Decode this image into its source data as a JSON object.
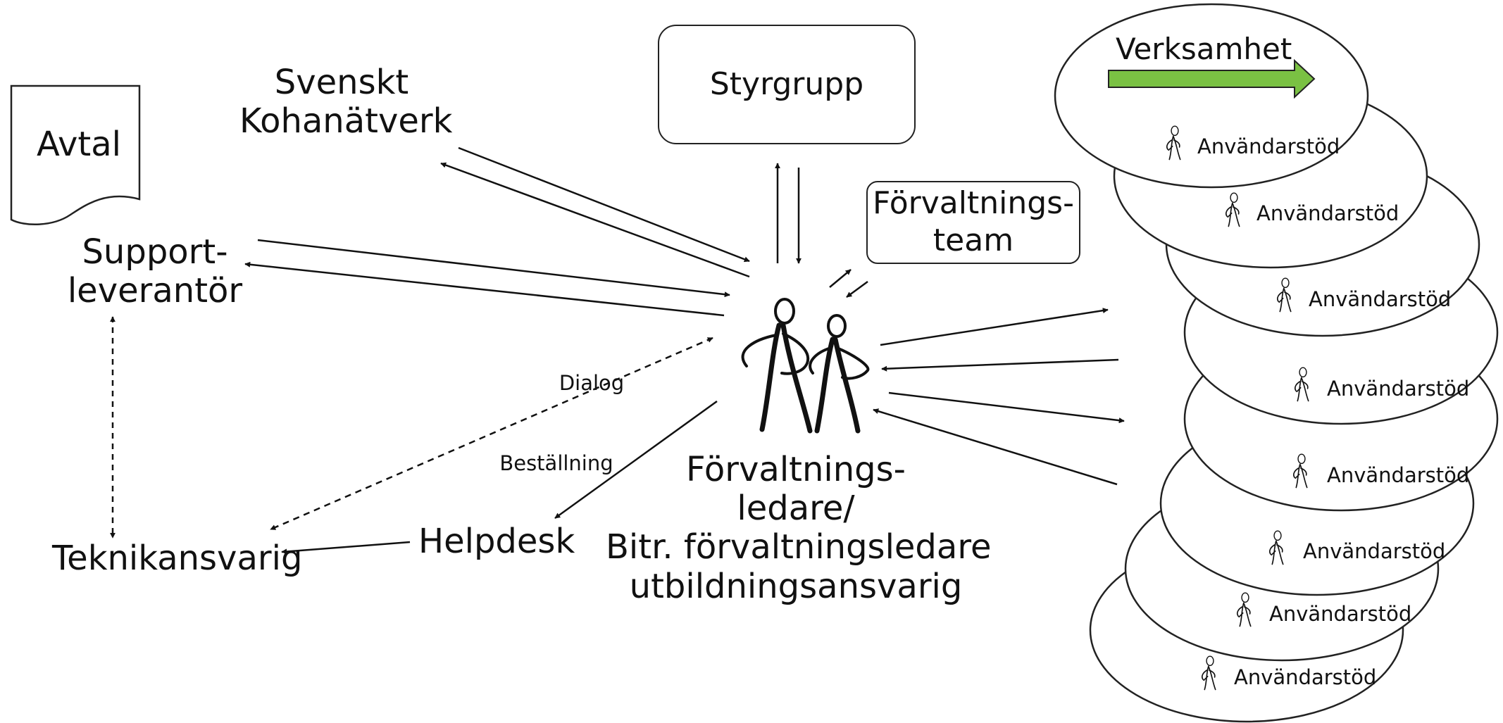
{
  "document": {
    "label": "Avtal"
  },
  "support": {
    "line1": "Support-",
    "line2": "leverantör"
  },
  "kohanat": {
    "line1": "Svenskt",
    "line2": "Kohanätverk"
  },
  "styrgrupp": {
    "label": "Styrgrupp"
  },
  "forvaltningsteam": {
    "line1": "Förvaltnings-",
    "line2": "team"
  },
  "center": {
    "line1": "Förvaltnings-",
    "line2": "ledare/",
    "line3": "Bitr. förvaltningsledare",
    "line4": "utbildningsansvarig"
  },
  "teknik": {
    "label": "Teknikansvarig"
  },
  "helpdesk": {
    "label": "Helpdesk"
  },
  "edge_labels": {
    "dialog": "Dialog",
    "bestallning": "Beställning"
  },
  "verksamhet": {
    "title": "Verksamhet",
    "stack": [
      {
        "label": "Användarstöd"
      },
      {
        "label": "Användarstöd"
      },
      {
        "label": "Användarstöd"
      },
      {
        "label": "Användarstöd"
      },
      {
        "label": "Användarstöd"
      },
      {
        "label": "Användarstöd"
      },
      {
        "label": "Användarstöd"
      },
      {
        "label": "Användarstöd"
      }
    ]
  },
  "colors": {
    "arrow_green": "#7ac143",
    "line": "#111111"
  }
}
